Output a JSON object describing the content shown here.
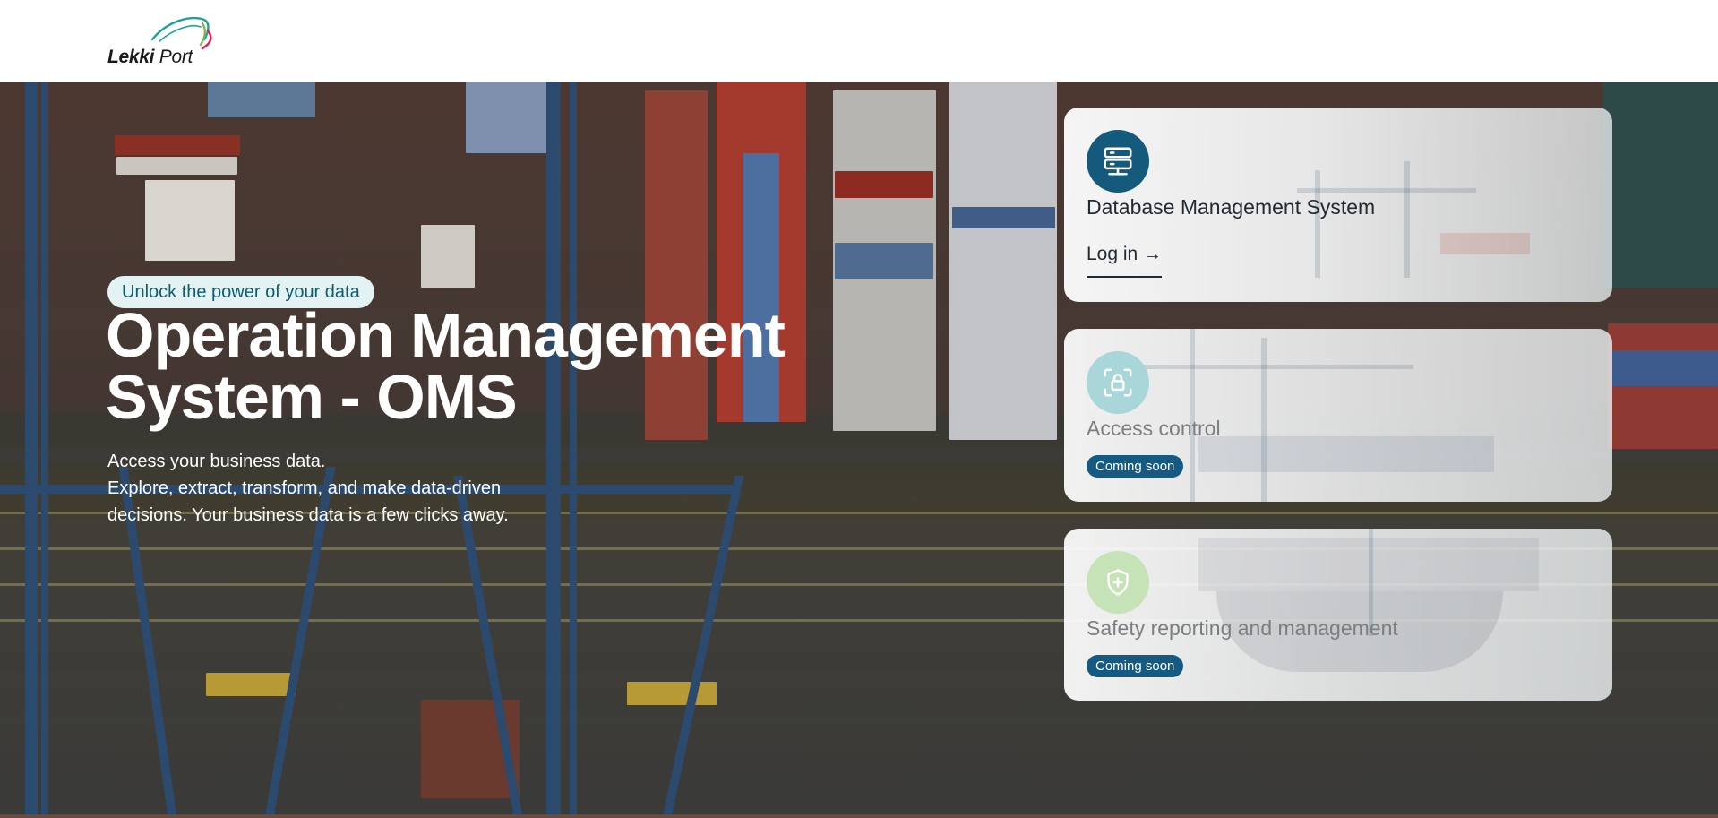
{
  "header": {
    "logo_name": "Lekki",
    "logo_suffix": "Port",
    "logo_colors": [
      "#1aa39a",
      "#7ab648",
      "#e0245e"
    ]
  },
  "hero": {
    "badge": "Unlock the power of your data",
    "title_line1": "Operation Management",
    "title_line2": "System - OMS",
    "subtitle_line1": "Access your business data.",
    "subtitle_line2": "Explore, extract, transform, and make data-driven",
    "subtitle_line3": "decisions. Your business data is a few clicks away."
  },
  "cards": [
    {
      "title": "Database Management System",
      "action": "Log in →",
      "icon": "server-icon",
      "color": "#145a7c"
    },
    {
      "title": "Access control",
      "status": "Coming soon",
      "icon": "lock-scan-icon",
      "color": "#a9d6d8"
    },
    {
      "title": "Safety reporting and management",
      "status": "Coming soon",
      "icon": "shield-plus-icon",
      "color": "#c6e3b8"
    }
  ],
  "colors": {
    "accent": "#145a82",
    "badge_bg": "#e3f3f3",
    "badge_text": "#0f5c70"
  }
}
